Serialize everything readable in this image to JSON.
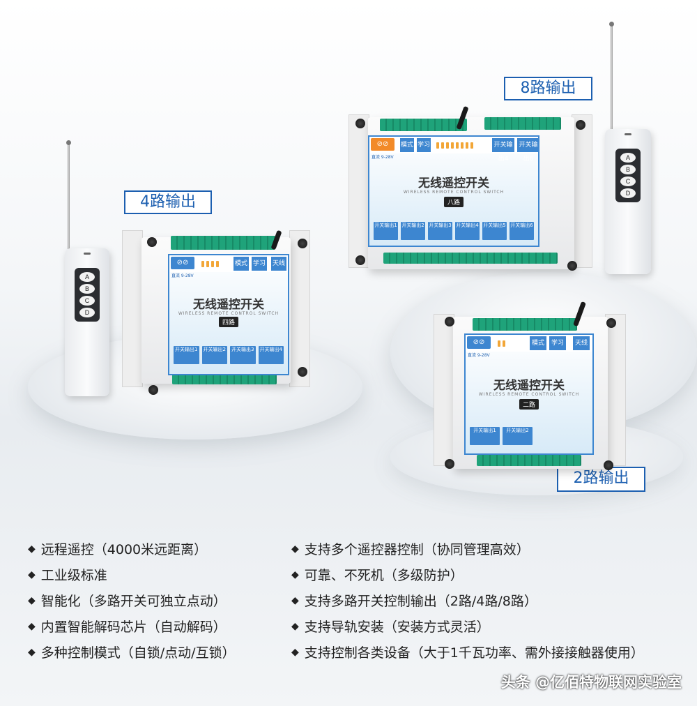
{
  "callouts": {
    "four": "4路输出",
    "eight": "8路输出",
    "two": "2路输出"
  },
  "remote_keys": [
    "A",
    "B",
    "C",
    "D"
  ],
  "panel": {
    "title": "无线遥控开关",
    "subtitle": "WIRELESS REMOTE CONTROL SWITCH",
    "mode_label": "模式",
    "learn_label": "学习",
    "antenna_label": "天线",
    "power_label": "直流 9-28V",
    "badge_four": "四路",
    "badge_eight": "八路",
    "badge_two": "二路"
  },
  "outputs_four": [
    "开关输出1",
    "开关输出2",
    "开关输出3",
    "开关输出4"
  ],
  "outputs_eight": [
    "开关输出1",
    "开关输出2",
    "开关输出3",
    "开关输出4",
    "开关输出5",
    "开关输出6"
  ],
  "outputs_two": [
    "开关输出1",
    "开关输出2"
  ],
  "features_left": [
    "远程遥控（4000米远距离）",
    "工业级标准",
    "智能化（多路开关可独立点动）",
    "内置智能解码芯片（自动解码）",
    "多种控制模式（自锁/点动/互锁）"
  ],
  "features_right": [
    "支持多个遥控器控制（协同管理高效）",
    "可靠、不死机（多级防护）",
    "支持多路开关控制输出（2路/4路/8路）",
    "支持导轨安装（安装方式灵活）",
    "支持控制各类设备（大于1千瓦功率、需外接接触器使用）"
  ],
  "bullet": "◆",
  "watermark": "头条 @亿佰特物联网实验室",
  "colors": {
    "accent": "#1c5fb0",
    "panel_blue": "#3d86d0",
    "terminal_green": "#1fa37a"
  }
}
